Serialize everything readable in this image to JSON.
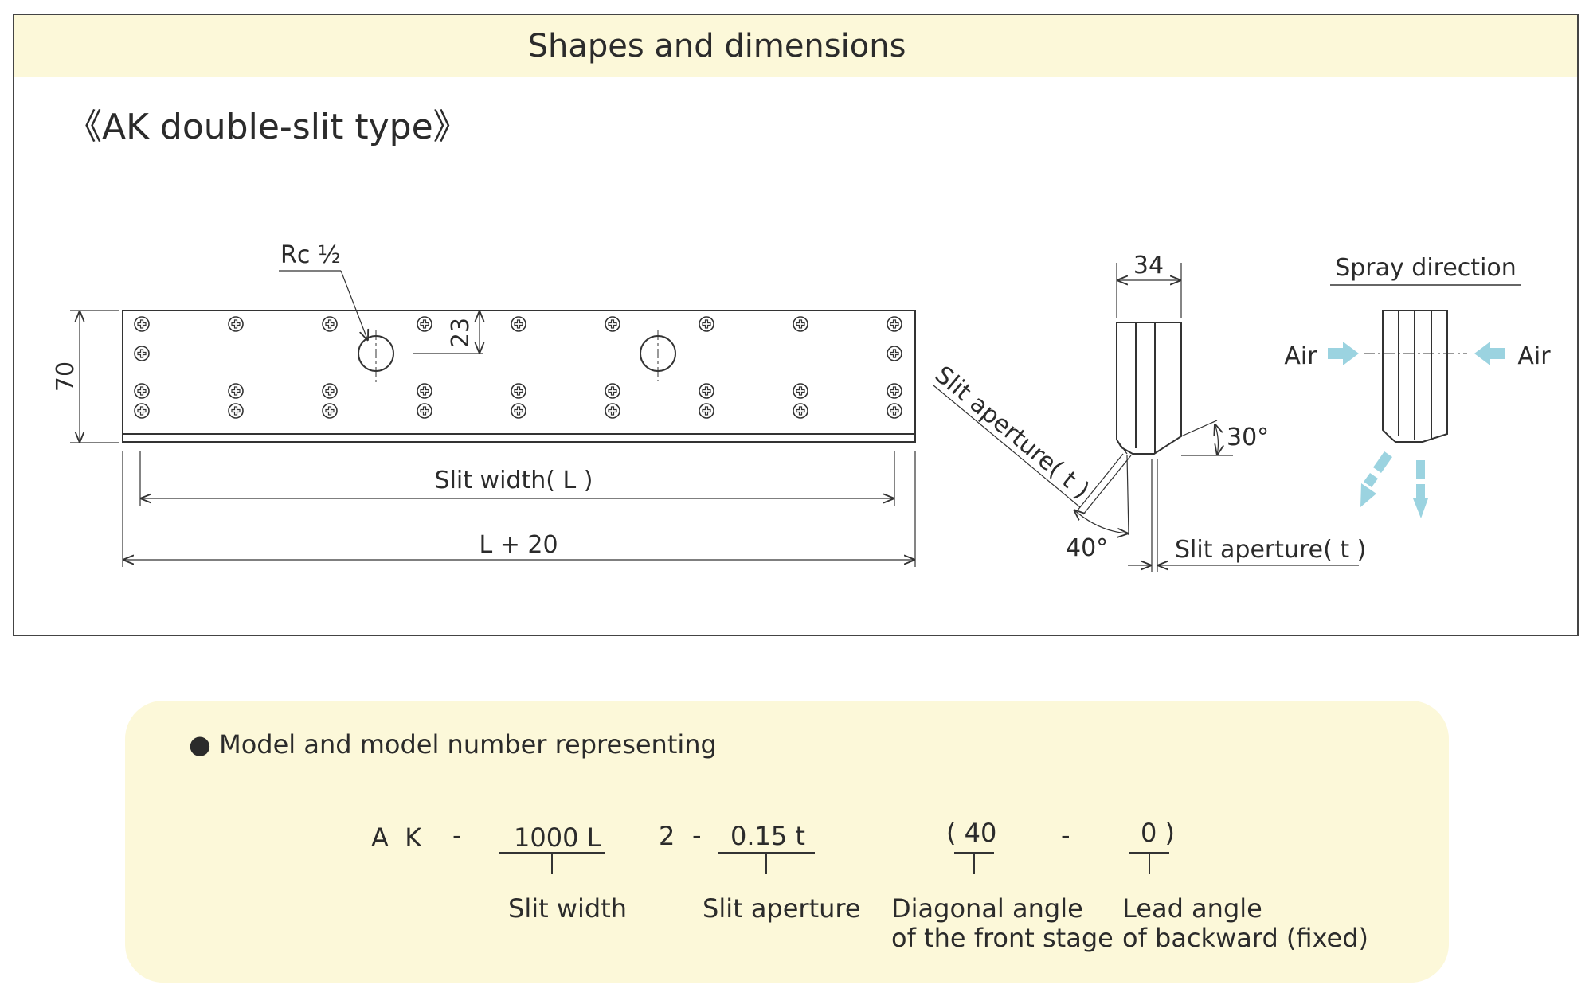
{
  "header": {
    "title": "Shapes and dimensions"
  },
  "subtitle": "《AK double-slit type》",
  "drawing": {
    "port_label": "Rc ½",
    "dim_height": "70",
    "dim_port_offset": "23",
    "dim_slit_width_label": "Slit width( L )",
    "dim_total_length_label": "L + 20",
    "dim_thickness": "34",
    "angle_lower": "30°",
    "angle_front": "40°",
    "slit_aperture_diag_label": "Slit aperture( t )",
    "slit_aperture_label": "Slit aperture( t )",
    "spray_title": "Spray direction",
    "air_left": "Air",
    "air_right": "Air",
    "colors": {
      "line": "#333333",
      "arrow": "#9bd3e0",
      "panel_header": "#fcf8d9",
      "model_box": "#fcf8d9"
    }
  },
  "model": {
    "heading": "● Model and model number representing",
    "prefix": "A  K",
    "sep1": "-",
    "slit_width_code": "1000 L",
    "count": "2",
    "sep2": "-",
    "aperture_code": "0.15 t",
    "front_angle_code": "( 40",
    "sep3": "-",
    "lead_angle_code": "0 )",
    "caption_slit_width": "Slit width",
    "caption_slit_aperture": "Slit aperture",
    "caption_diag_line1": "Diagonal angle",
    "caption_diag_line2": "of the front stage",
    "caption_lead_line1": "Lead angle",
    "caption_lead_line2": "of backward (fixed)"
  }
}
